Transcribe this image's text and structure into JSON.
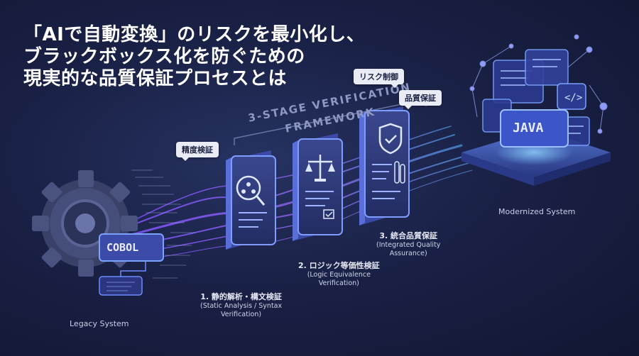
{
  "headline": {
    "line1": "「AIで自動変換」のリスクを最小化し、",
    "line2": "ブラックボックス化を防ぐための",
    "line3": "現実的な品質保証プロセスとは"
  },
  "framework": {
    "line1": "3-STAGE VERIFICATION",
    "line2": "FRAMEWORK"
  },
  "tags": {
    "accuracy": "精度検証",
    "risk": "リスク制御",
    "quality": "品質保証"
  },
  "stages": [
    {
      "jp": "1. 静的解析・構文検証",
      "en1": "(Static Analysis / Syntax",
      "en2": "Verification)"
    },
    {
      "jp": "2. ロジック等価性検証",
      "en1": "(Logic Equivalence",
      "en2": "Verification)"
    },
    {
      "jp": "3. 統合品質保証",
      "en1": "(Integrated Quality",
      "en2": "Assurance)"
    }
  ],
  "legacy": {
    "label": "Legacy System",
    "code": "COBOL"
  },
  "modern": {
    "label": "Modernized System",
    "code": "JAVA"
  }
}
